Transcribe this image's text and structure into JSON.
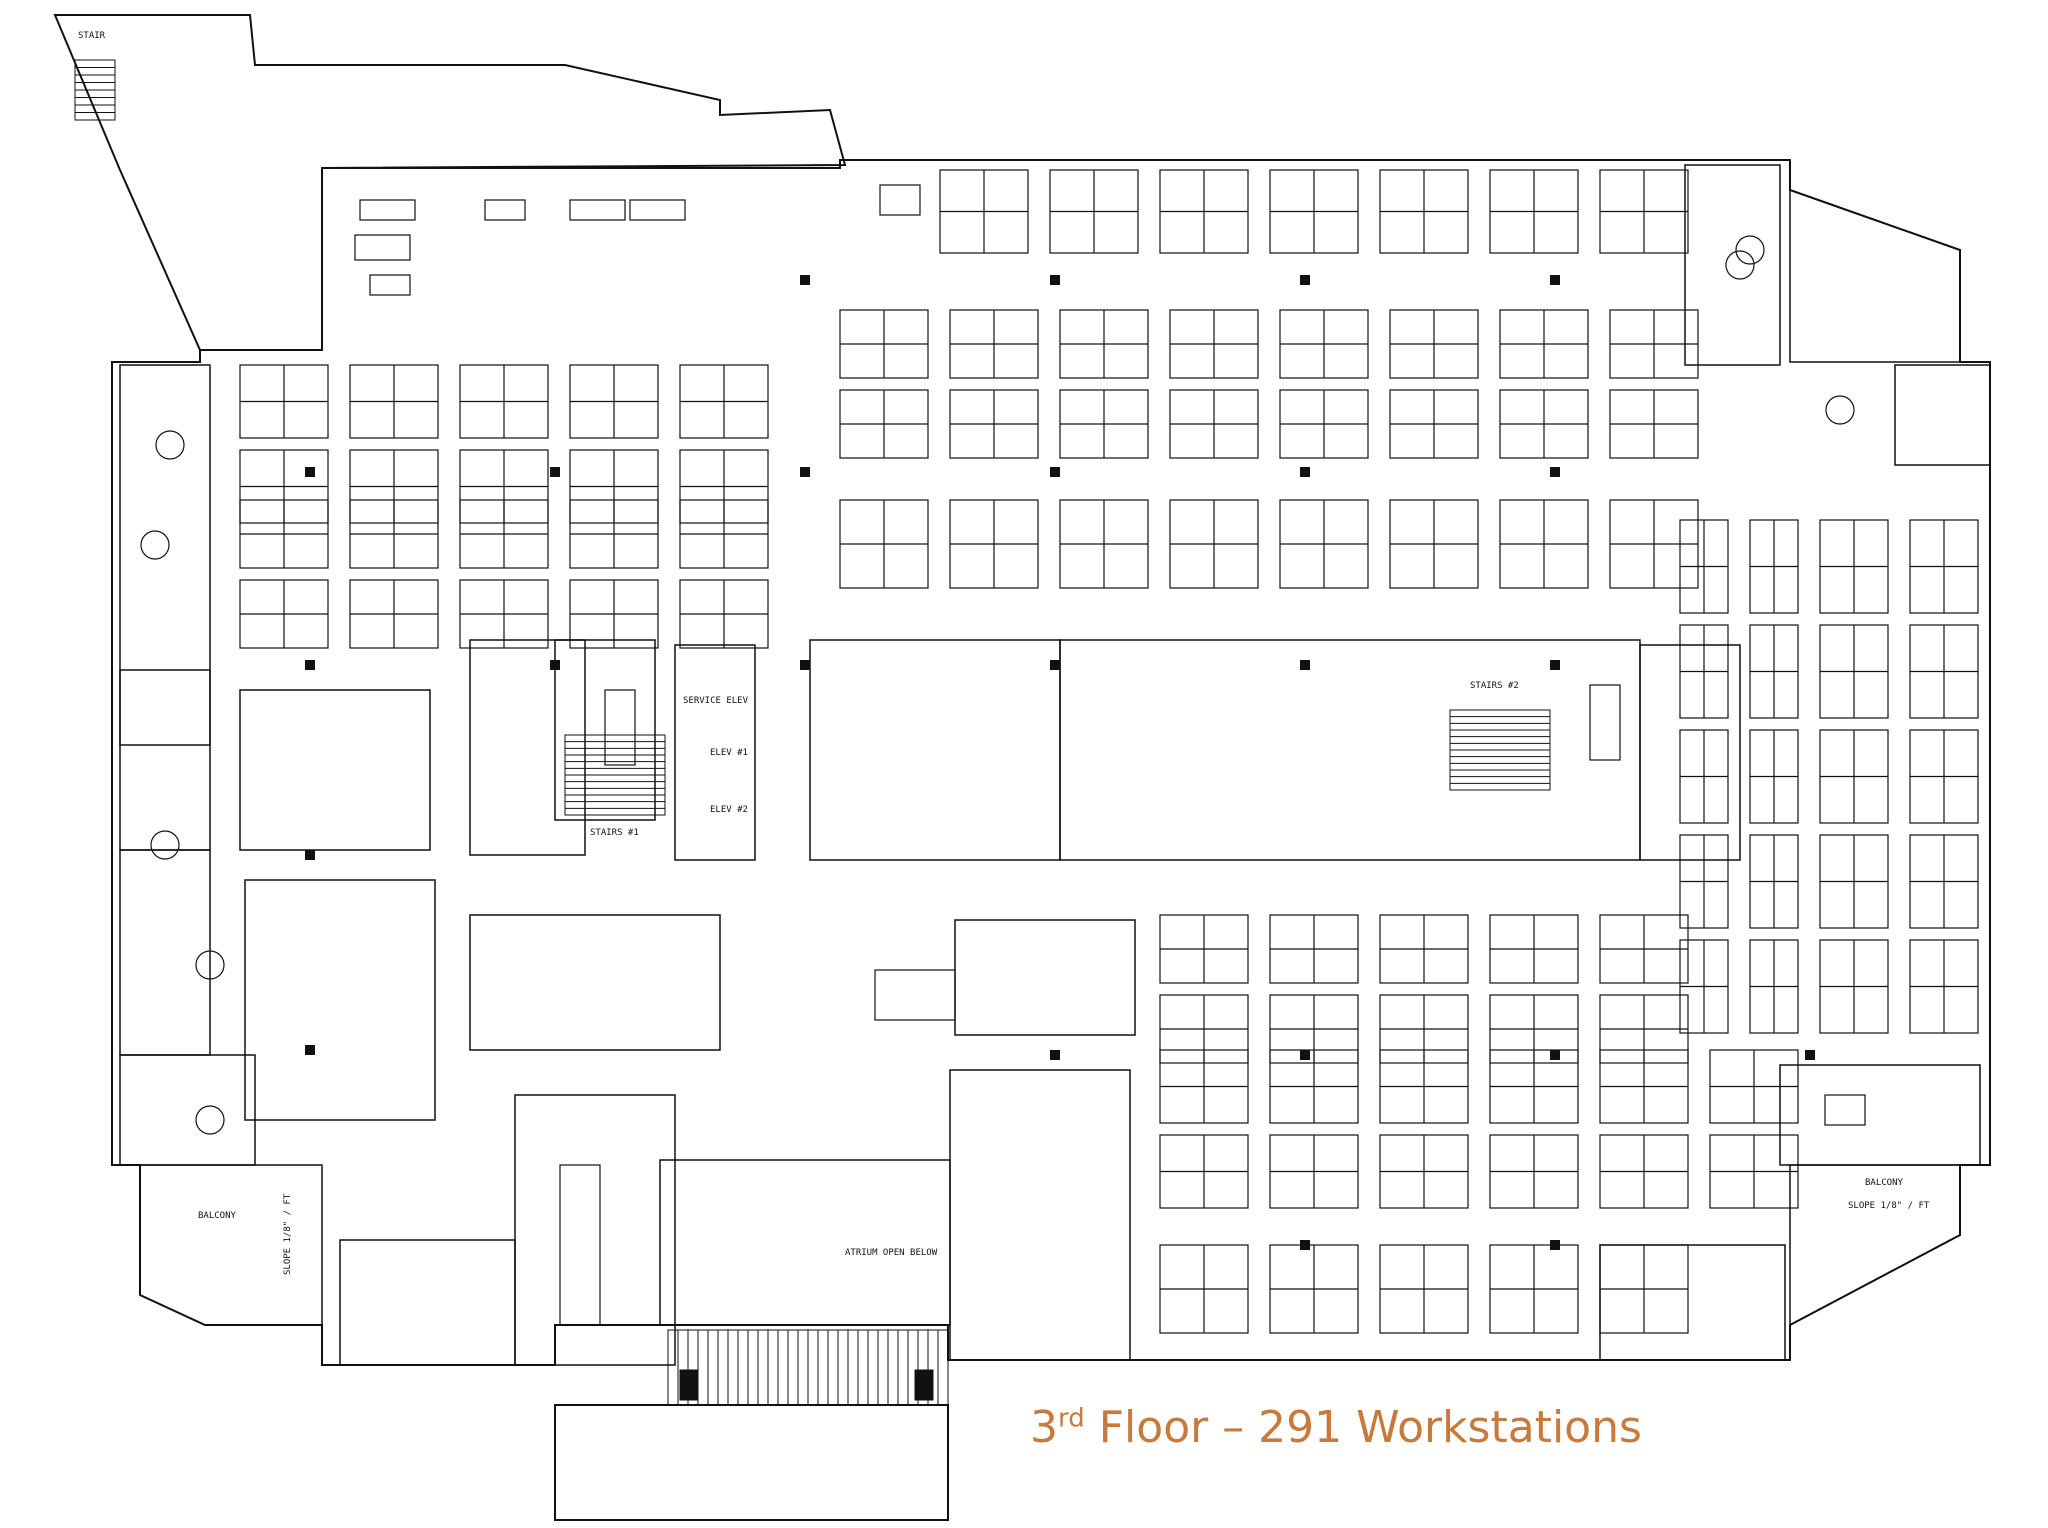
{
  "caption": {
    "floor_prefix": "3",
    "floor_suffix": "rd",
    "rest": " Floor – 291 Workstations"
  },
  "room_labels": {
    "stair_top": "STAIR",
    "service_elev": "SERVICE ELEV",
    "elev_1": "ELEV #1",
    "elev_2": "ELEV #2",
    "stairs_1": "STAIRS #1",
    "stairs_2": "STAIRS #2",
    "atrium": "ATRIUM OPEN BELOW",
    "balcony_left": "BALCONY",
    "slope_left": "SLOPE 1/8\" / FT",
    "balcony_right": "BALCONY",
    "slope_right": "SLOPE 1/8\" / FT"
  },
  "colors": {
    "line": "#111111",
    "caption": "#c87a3c"
  }
}
